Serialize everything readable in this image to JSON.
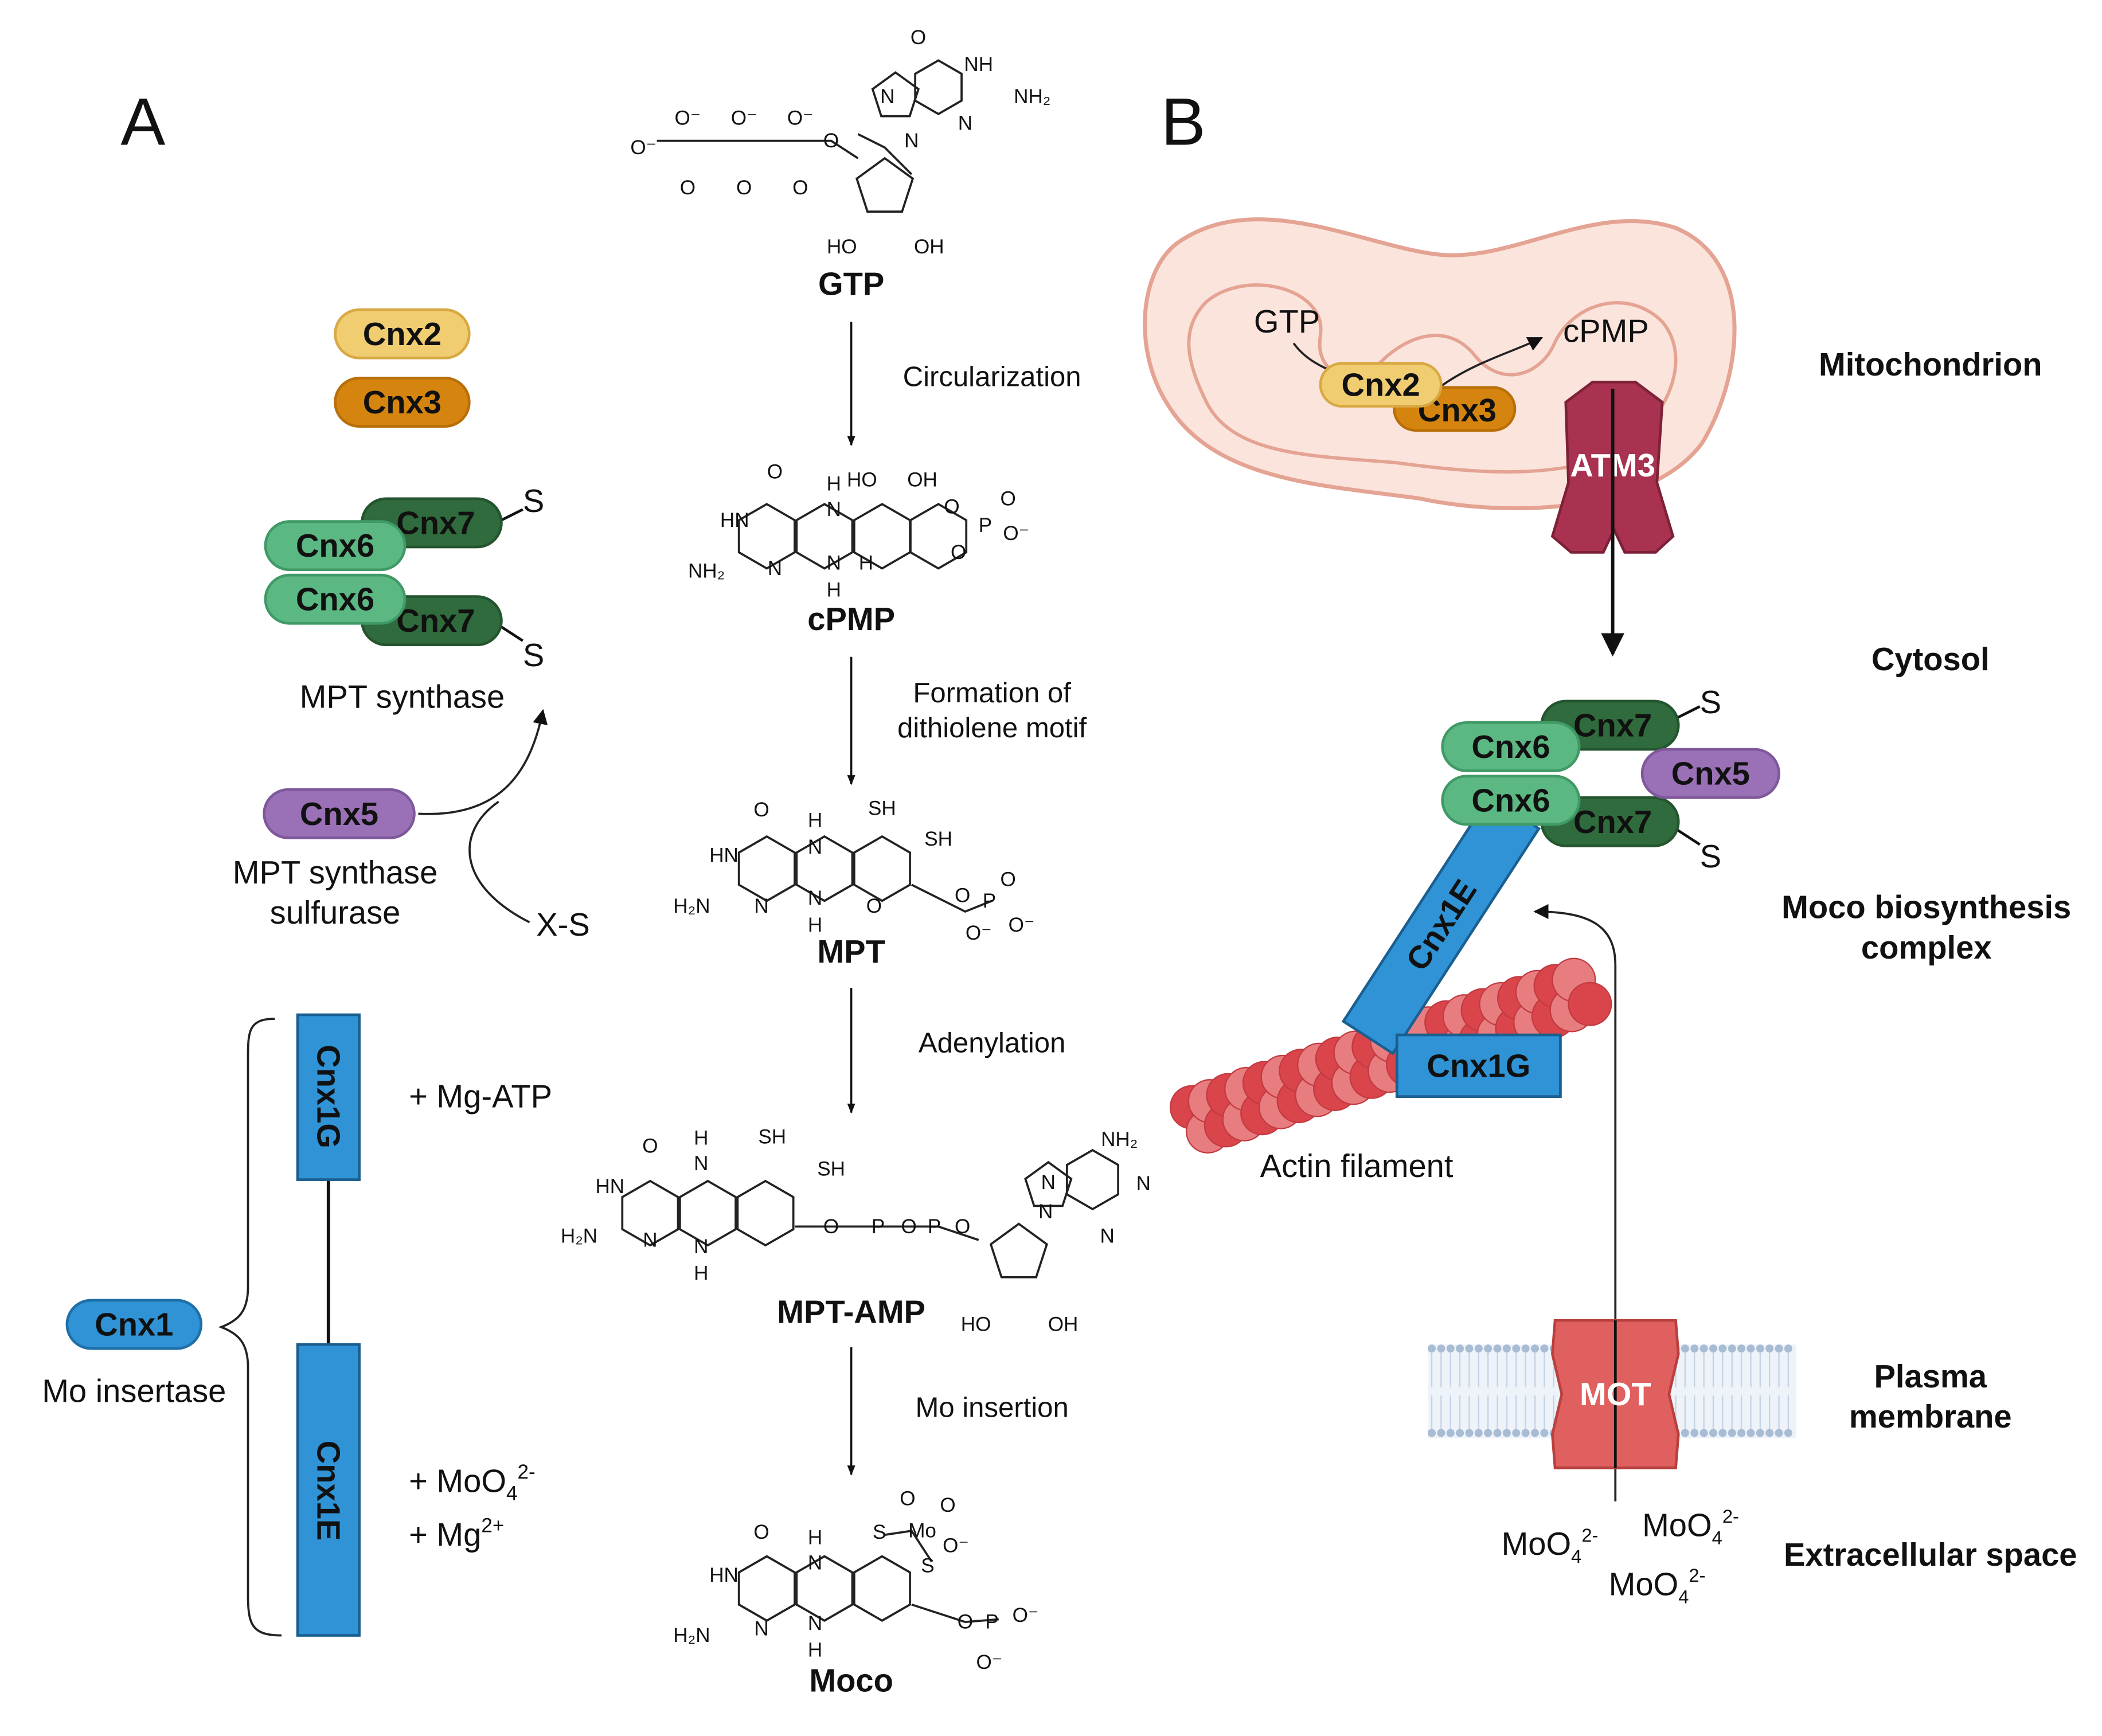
{
  "panels": {
    "a": "A",
    "b": "B"
  },
  "colors": {
    "cnx2": "#f1cd72",
    "cnx3": "#d5850f",
    "cnx6": "#5cb883",
    "cnx7": "#2f6b3c",
    "cnx5": "#9a70b6",
    "cnx1": "#2f93d6",
    "atm3": "#a8324f",
    "mot": "#e0605f",
    "mitochondrion": "#fbe4dc",
    "actin": "#d9454a"
  },
  "panel_a": {
    "cnx2": "Cnx2",
    "cnx3": "Cnx3",
    "cnx6_top": "Cnx6",
    "cnx7_top": "Cnx7",
    "cnx6_bottom": "Cnx6",
    "cnx7_bottom": "Cnx7",
    "s_top": "S",
    "s_bottom": "S",
    "mpt_synthase": "MPT synthase",
    "cnx5": "Cnx5",
    "sulfurase_line1": "MPT synthase",
    "sulfurase_line2": "sulfurase",
    "xs": "X-S",
    "cnx1": "Cnx1",
    "mo_insertase": "Mo insertase",
    "cnx1g": "Cnx1G",
    "cnx1e": "Cnx1E",
    "mg_atp": "+ Mg-ATP",
    "moo4": "+ MoO",
    "moo4_sub": "4",
    "moo4_sup": "2-",
    "mg": "+ Mg",
    "mg_sup": "2+"
  },
  "pathway": {
    "compounds": [
      "GTP",
      "cPMP",
      "MPT",
      "MPT-AMP",
      "Moco"
    ],
    "steps": [
      {
        "line1": "Circularization",
        "line2": ""
      },
      {
        "line1": "Formation of",
        "line2": "dithiolene motif"
      },
      {
        "line1": "Adenylation",
        "line2": ""
      },
      {
        "line1": "Mo insertion",
        "line2": ""
      }
    ],
    "atoms": {
      "gtp": [
        "O",
        "NH",
        "NH₂",
        "N",
        "N",
        "N",
        "O⁻",
        "O⁻",
        "O⁻",
        "O⁻",
        "O",
        "O",
        "O",
        "O",
        "HO",
        "OH"
      ],
      "cpmp": [
        "O",
        "HN",
        "NH₂",
        "N",
        "H",
        "N",
        "H",
        "HO",
        "OH",
        "O",
        "O",
        "P",
        "O",
        "O⁻",
        "H",
        "N"
      ],
      "mpt": [
        "O",
        "HN",
        "H₂N",
        "N",
        "H",
        "N",
        "H",
        "N",
        "SH",
        "SH",
        "O",
        "O",
        "P",
        "O",
        "O⁻",
        "O⁻"
      ],
      "mptamp": [
        "O",
        "HN",
        "H₂N",
        "N",
        "H",
        "N",
        "H",
        "N",
        "SH",
        "SH",
        "O",
        "P",
        "O",
        "P",
        "O",
        "NH₂",
        "N",
        "N",
        "N",
        "N",
        "HO",
        "OH"
      ],
      "moco": [
        "O",
        "HN",
        "H₂N",
        "N",
        "H",
        "N",
        "H",
        "N",
        "S",
        "S",
        "Mo",
        "O",
        "O",
        "O⁻",
        "O",
        "P",
        "O⁻",
        "O⁻"
      ]
    }
  },
  "panel_b": {
    "gtp": "GTP",
    "cpmp": "cPMP",
    "cnx2": "Cnx2",
    "cnx3": "Cnx3",
    "atm3": "ATM3",
    "cnx7_top": "Cnx7",
    "cnx6_top": "Cnx6",
    "cnx5": "Cnx5",
    "cnx6_bottom": "Cnx6",
    "cnx7_bottom": "Cnx7",
    "s_top": "S",
    "s_bottom": "S",
    "cnx1e": "Cnx1E",
    "cnx1g": "Cnx1G",
    "actin": "Actin filament",
    "mot": "MOT",
    "moo4": "MoO",
    "moo4_sub": "4",
    "moo4_sup": "2-",
    "compartments": {
      "mitochondrion": "Mitochondrion",
      "cytosol": "Cytosol",
      "complex_line1": "Moco biosynthesis",
      "complex_line2": "complex",
      "pm_line1": "Plasma",
      "pm_line2": "membrane",
      "extracellular": "Extracellular space"
    }
  }
}
